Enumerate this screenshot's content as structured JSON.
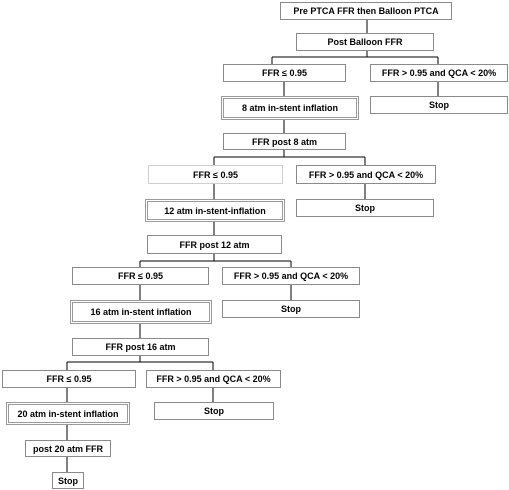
{
  "flow": {
    "start": "Pre PTCA FFR then Balloon PTCA",
    "post_balloon": "Post Balloon FFR",
    "stage1": {
      "left": "FFR  ≤  0.95",
      "right": "FFR > 0.95 and  QCA < 20%",
      "stop": "Stop",
      "inflation": "8 atm in-stent inflation",
      "post": "FFR post 8 atm"
    },
    "stage2": {
      "left": "FFR  ≤  0.95",
      "right": "FFR > 0.95 and QCA < 20%",
      "stop": "Stop",
      "inflation": "12 atm in-stent-inflation",
      "post": "FFR post 12 atm"
    },
    "stage3": {
      "left": "FFR  ≤  0.95",
      "right": "FFR > 0.95 and QCA < 20%",
      "stop": "Stop",
      "inflation": "16 atm in-stent inflation",
      "post": "FFR post 16 atm"
    },
    "stage4": {
      "left": "FFR  ≤  0.95",
      "right": "FFR > 0.95 and QCA < 20%",
      "stop": "Stop",
      "inflation": "20 atm in-stent inflation",
      "post": "post 20 atm FFR",
      "final_stop": "Stop"
    }
  }
}
